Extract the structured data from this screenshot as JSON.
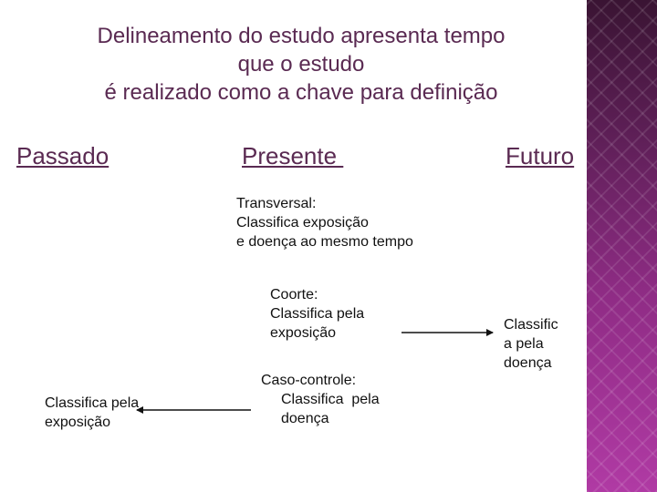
{
  "title": {
    "lines": [
      "Delineamento do estudo apresenta tempo",
      "que o estudo",
      "é realizado  como a chave para definição"
    ]
  },
  "columns": {
    "past": "Passado",
    "present": "Presente ",
    "future": "Futuro"
  },
  "blocks": {
    "transversal": [
      "Transversal:",
      "Classifica exposição",
      "e doença ao mesmo tempo"
    ],
    "coorte": [
      "Coorte:",
      "Classifica pela",
      "exposição"
    ],
    "caso_controle": [
      "Caso-controle:",
      "Classifica  pela",
      "doença"
    ],
    "past_exposure": [
      "Classifica pela",
      "exposição"
    ],
    "future_disease": [
      "Classific",
      "a pela",
      "doença"
    ]
  },
  "colors": {
    "heading_text": "#5a2a52",
    "body_text": "#111111",
    "arrow": "#111111",
    "side_band": "#9b2e8f"
  }
}
